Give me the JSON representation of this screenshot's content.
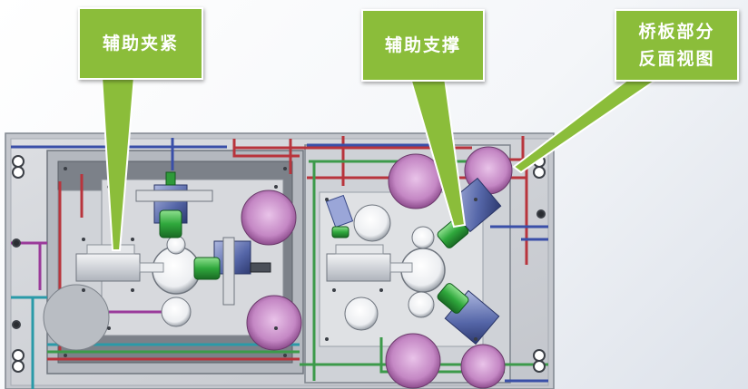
{
  "callouts": {
    "aux_clamp": {
      "label": "辅助夹紧"
    },
    "aux_support": {
      "label": "辅助支撑"
    },
    "bridge_plate": {
      "line1": "桥板部分",
      "line2": "反面视图"
    }
  },
  "colors": {
    "callout_fill": "#8bbd3a",
    "callout_border": "#ffffff",
    "plate": "#d4d6db",
    "plate_edge": "#9aa0a8",
    "pipe_red": "#b8343c",
    "pipe_blue": "#3a4fa8",
    "pipe_green": "#3c9a4a",
    "pipe_purple": "#9a3a9a",
    "pipe_cyan": "#2a9aa8",
    "cylinder_green": "#39b54a",
    "clamp_blue": "#4a5fa8",
    "pad_purple": "#c88ac8"
  },
  "icons": {
    "bolt": "bolt-icon",
    "pad": "locating-pad-icon",
    "cylinder": "hydraulic-cylinder-icon",
    "clamp": "clamp-icon"
  }
}
